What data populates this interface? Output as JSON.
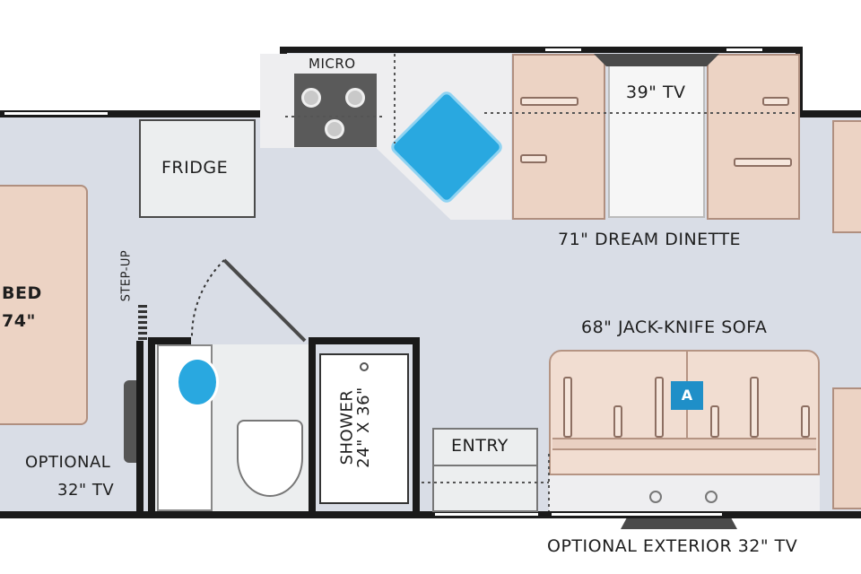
{
  "labels": {
    "micro": "MICRO",
    "fridge": "FRIDGE",
    "tv_dinette": "39\" TV",
    "dream_dinette": "71\" DREAM DINETTE",
    "step_up": "STEP-UP",
    "bed_line1": "BED",
    "bed_line2": "74\"",
    "sofa": "68\" JACK-KNIFE SOFA",
    "sofa_marker": "A",
    "shower_line1": "SHOWER",
    "shower_line2": "24\" X 36\"",
    "entry": "ENTRY",
    "optional_tv_line1": "OPTIONAL",
    "optional_tv_line2": "32\" TV",
    "exterior_tv": "OPTIONAL EXTERIOR 32\" TV"
  },
  "colors": {
    "floor": "#d9dde6",
    "wall": "#1a1a1a",
    "cushion": "#ecd3c4",
    "water": "#29a8e0",
    "marker": "#1f8fc8"
  }
}
